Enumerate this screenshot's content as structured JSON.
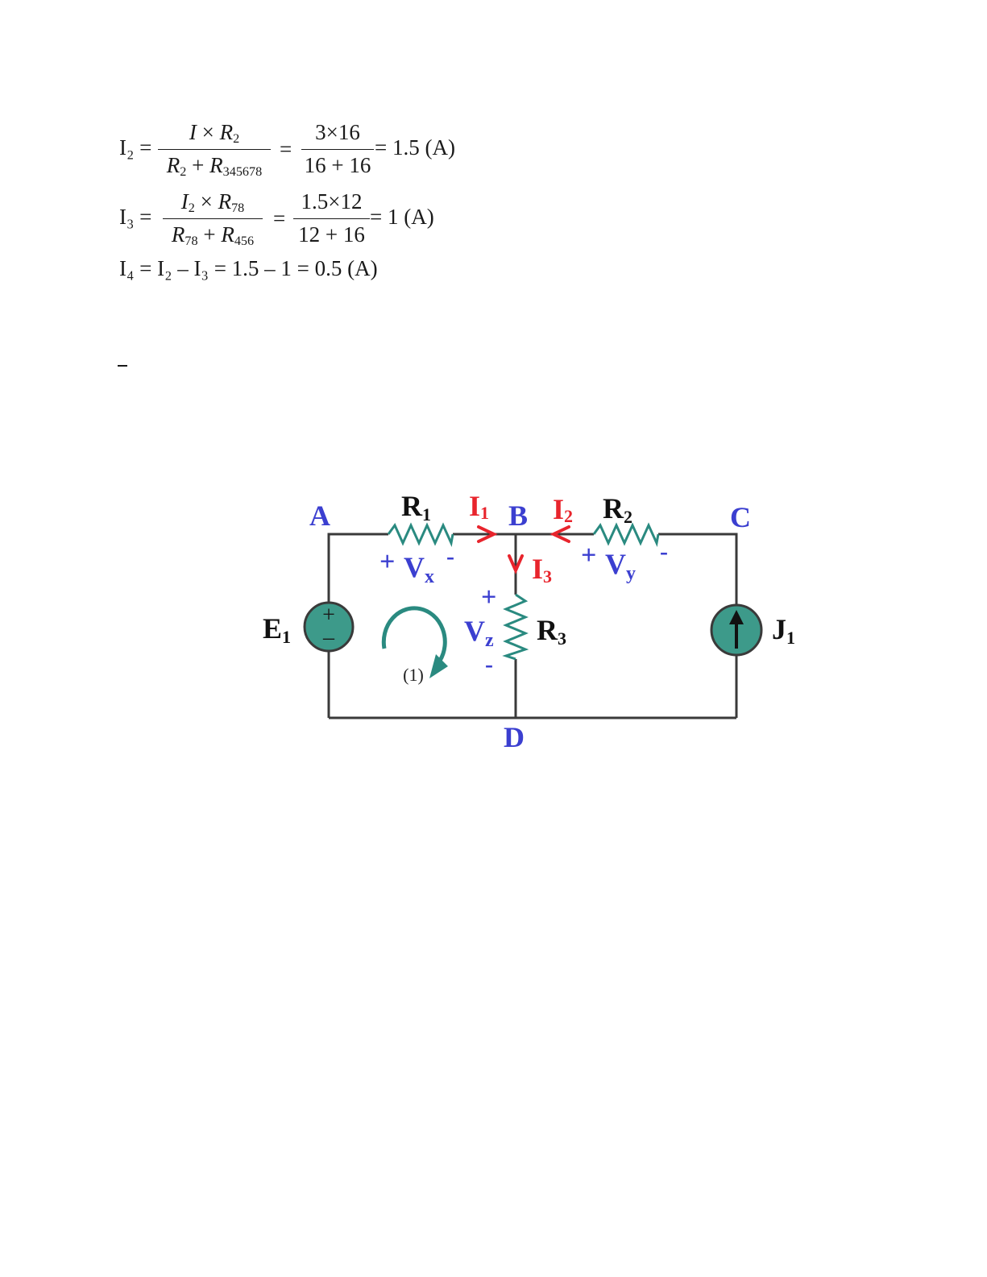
{
  "equations": {
    "eq1": {
      "lhs": "I₂ =",
      "num1_a": "I",
      "num1_b": " × ",
      "num1_c": "R",
      "num1_c_sub": "2",
      "den1_a": "R",
      "den1_a_sub": "2",
      "den1_b": " + ",
      "den1_c": "R",
      "den1_c_sub": "345678",
      "eq_sign": "=",
      "num2": "3×16",
      "den2": "16 + 16",
      "result": "= 1.5 (A)"
    },
    "eq2": {
      "lhs": "I₃ =",
      "num1_a": "I",
      "num1_a_sub": "2",
      "num1_b": " × ",
      "num1_c": "R",
      "num1_c_sub": "78",
      "den1_a": "R",
      "den1_a_sub": "78",
      "den1_b": " + ",
      "den1_c": "R",
      "den1_c_sub": "456",
      "eq_sign": "=",
      "num2": "1.5×12",
      "den2": "12 + 16",
      "result": "= 1 (A)"
    },
    "eq3": {
      "text": "I₄ = I₂ – I₃ = 1.5 – 1 = 0.5 (A)"
    }
  },
  "circuit": {
    "nodes": {
      "a": "A",
      "b": "B",
      "c": "C",
      "d": "D"
    },
    "r1": {
      "main": "R",
      "sub": "1"
    },
    "r2": {
      "main": "R",
      "sub": "2"
    },
    "r3": {
      "main": "R",
      "sub": "3"
    },
    "e1": {
      "main": "E",
      "sub": "1"
    },
    "j1": {
      "main": "J",
      "sub": "1"
    },
    "i1": {
      "main": "I",
      "sub": "1"
    },
    "i2": {
      "main": "I",
      "sub": "2"
    },
    "i3": {
      "main": "I",
      "sub": "3"
    },
    "vx": {
      "plus": "+",
      "main": "V",
      "sub": "x",
      "minus": "-"
    },
    "vy": {
      "plus": "+",
      "main": "V",
      "sub": "y",
      "minus": "-"
    },
    "vz": {
      "plus": "+",
      "main": "V",
      "sub": "z",
      "minus": "-"
    },
    "source_plus": "+",
    "source_minus": "–",
    "loop_label": "(1)",
    "colors": {
      "wire": "#3a3a3a",
      "resistor": "#2a8a80",
      "source_fill": "#3d9a8a",
      "node_label": "#3b3fd0",
      "current": "#e8242c",
      "loop": "#2a8a80"
    }
  }
}
